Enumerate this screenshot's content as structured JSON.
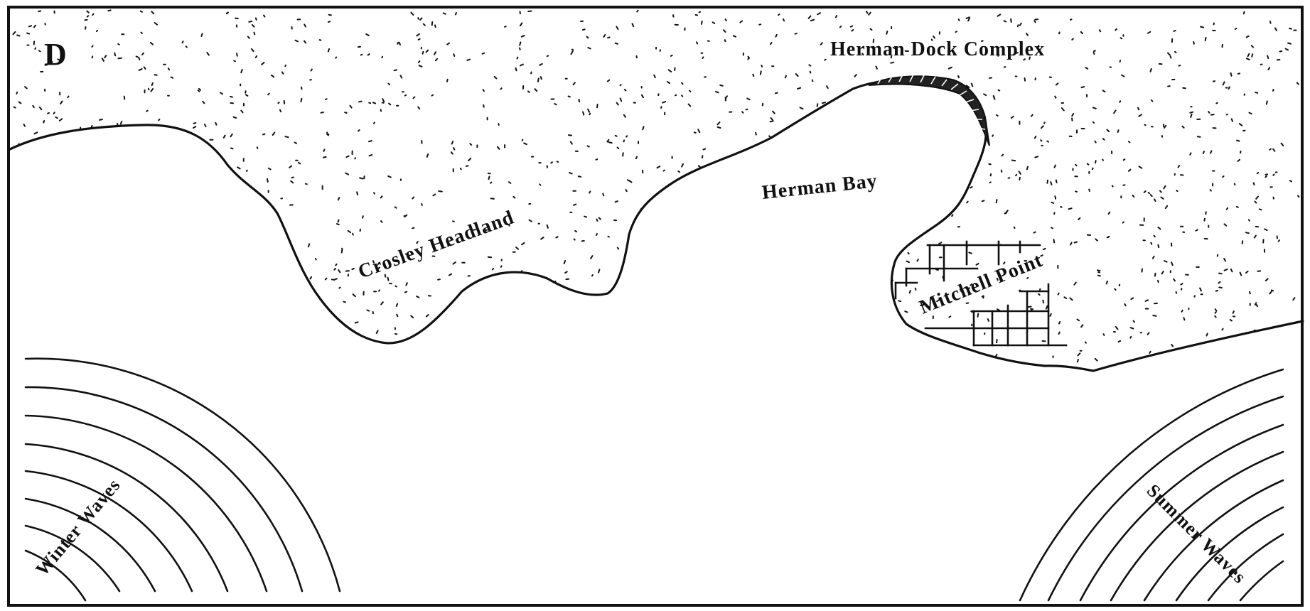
{
  "panel": {
    "letter": "D"
  },
  "labels": {
    "dock": "Herman Dock Complex",
    "bay": "Herman Bay",
    "headland": "Crosley Headland",
    "point": "Mitchell Point",
    "winter": "Winter Waves",
    "summer": "Summer Waves"
  },
  "colors": {
    "ink": "#111111",
    "paper": "#ffffff"
  }
}
